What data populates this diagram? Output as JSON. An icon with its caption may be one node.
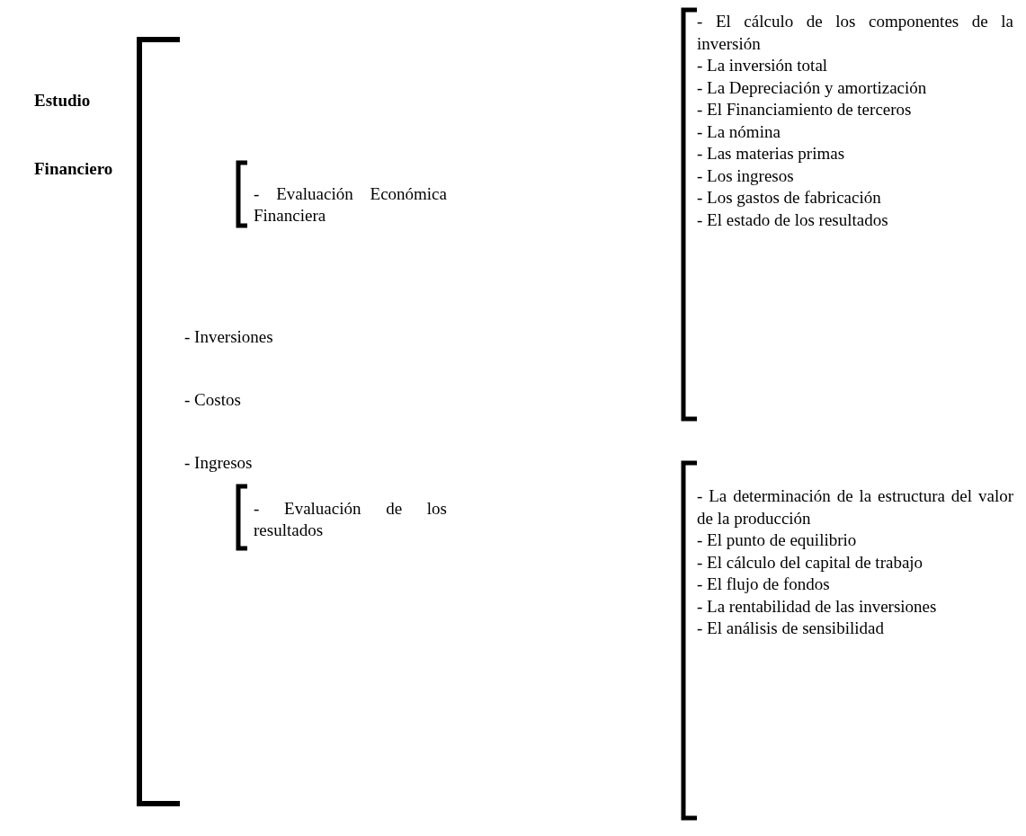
{
  "diagram": {
    "labels": [
      "Estudio",
      "Financiero",
      "- Evaluación Económica Financiera",
      "- El cálculo de los componentes de la inversión",
      "- La inversión total",
      "- La Depreciación y amortización",
      "- El Financiamiento de terceros",
      "- La nómina",
      "- Las materias primas",
      "- Los ingresos",
      "- Los gastos de fabricación",
      "- El estado de los resultados",
      "- Inversiones",
      "- Costos",
      "- Ingresos",
      "- La determinación de la estructura del valor de la producción",
      "- El punto de equilibrio",
      "- El cálculo del capital de trabajo",
      "- El flujo de fondos",
      "- La rentabilidad de las inversiones",
      "- El análisis de sensibilidad",
      "- Evaluación de los resultados"
    ]
  }
}
